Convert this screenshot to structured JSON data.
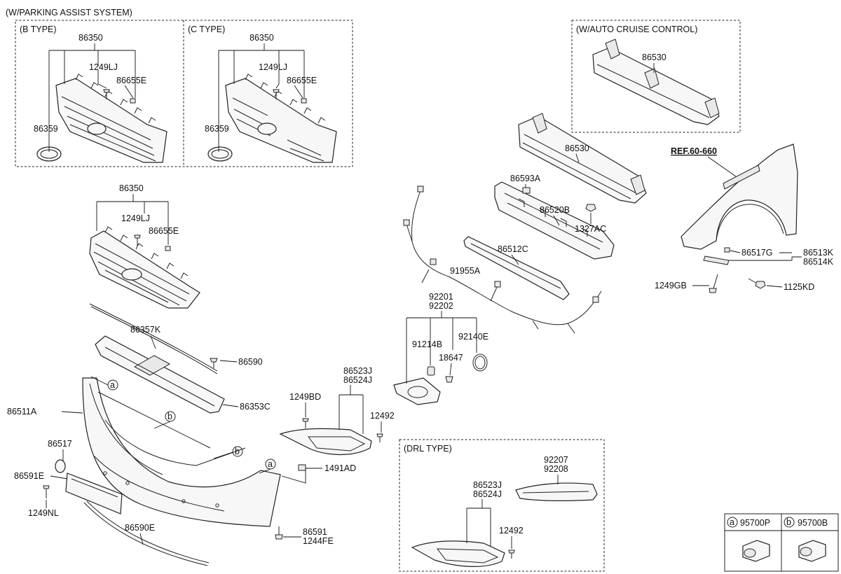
{
  "sections": {
    "parking_assist": "(W/PARKING ASSIST SYSTEM)",
    "b_type": "(B TYPE)",
    "c_type": "(C TYPE)",
    "auto_cruise": "(W/AUTO CRUISE CONTROL)",
    "drl_type": "(DRL TYPE)",
    "reference": "REF.60-660"
  },
  "parts": {
    "grille_b": "86350",
    "screw_b": "1249LJ",
    "clip_b": "86655E",
    "emblem_b": "86359",
    "grille_c": "86350",
    "screw_c": "1249LJ",
    "clip_c": "86655E",
    "emblem_c": "86359",
    "grille_main": "86350",
    "screw_main": "1249LJ",
    "clip_main": "86655E",
    "reinf_cruise": "86530",
    "reinf_main": "86530",
    "bracket": "86593A",
    "absorber": "86520B",
    "nut_1327": "1327AC",
    "stay": "86512C",
    "wiring": "91955A",
    "fog_92201": "92201",
    "fog_92202": "92202",
    "socket_91214": "91214B",
    "bulb_18647": "18647",
    "ring_92140": "92140E",
    "seal_86357K": "86357K",
    "clip_86590": "86590",
    "upper_86353C": "86353C",
    "cover_86511A": "86511A",
    "cap_86517": "86517",
    "bracket_86591E": "86591E",
    "screw_1249NL": "1249NL",
    "molding_86590E": "86590E",
    "cover_86523J": "86523J",
    "cover_86524J": "86524J",
    "screw_1249BD": "1249BD",
    "screw_12492": "12492",
    "clip_1491AD": "1491AD",
    "bolt_86591": "86591",
    "bolt_1244FE": "1244FE",
    "fender_86517G": "86517G",
    "fender_86513K": "86513K",
    "fender_86514K": "86514K",
    "fender_1249GB": "1249GB",
    "fender_1125KD": "1125KD",
    "drl_92207": "92207",
    "drl_92208": "92208",
    "drl_86523J": "86523J",
    "drl_86524J": "86524J",
    "drl_12492": "12492"
  },
  "callouts": {
    "a": "a",
    "b": "b"
  },
  "sensors": {
    "a_code": "95700P",
    "b_code": "95700B"
  }
}
